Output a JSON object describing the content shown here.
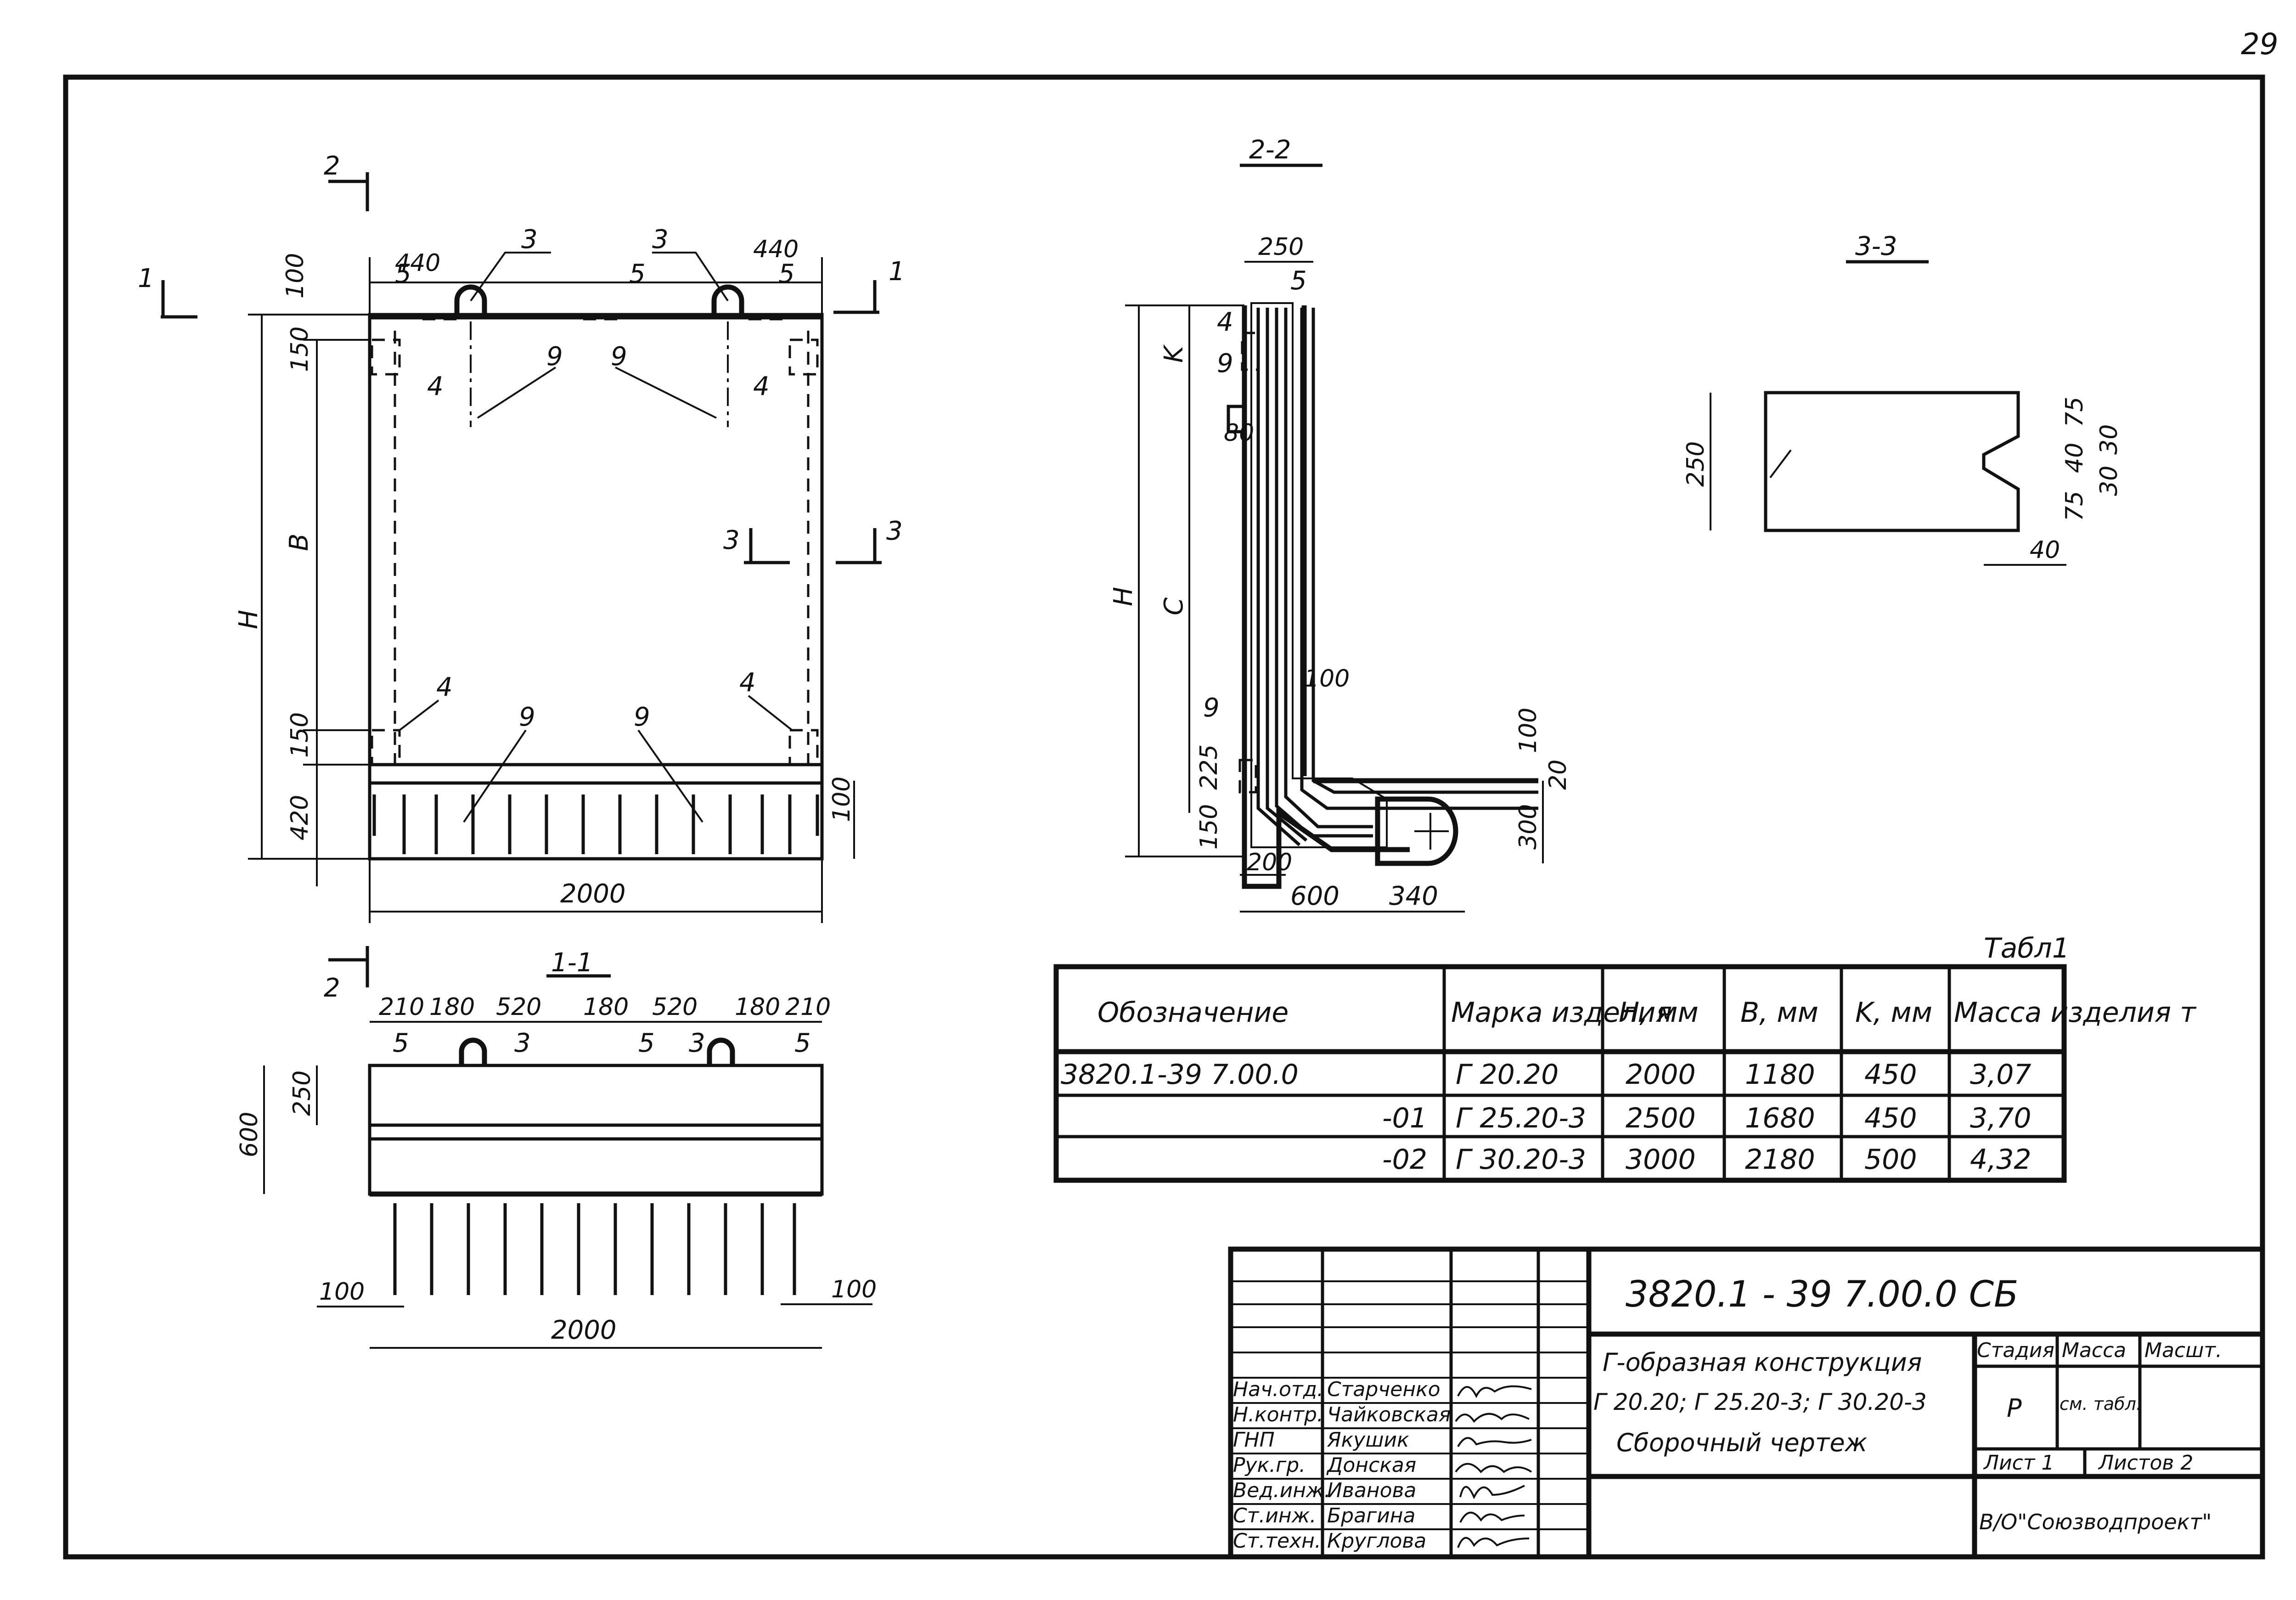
{
  "sheet": {
    "page_number": "29"
  },
  "sections": {
    "s22": "2-2",
    "s33": "3-3",
    "s11": "1-1"
  },
  "main_view": {
    "cut_2": "2",
    "cut_1": "1",
    "cut_3": "3",
    "dims": {
      "d440a": "440",
      "d440b": "440",
      "d100": "100",
      "d150a": "150",
      "d150b": "150",
      "d420": "420",
      "d100r": "100",
      "d2000": "2000",
      "H": "H",
      "B": "B"
    },
    "callouts": {
      "c3": "3",
      "c5": "5",
      "c4": "4",
      "c9": "9"
    }
  },
  "section_22": {
    "dims": {
      "d250": "250",
      "d80": "80",
      "d100": "100",
      "d100v": "100",
      "d20": "20",
      "d300": "300",
      "d225": "225",
      "d150": "150",
      "d200": "200",
      "d600": "600",
      "d340": "340",
      "H": "H",
      "C": "C",
      "K": "K"
    },
    "callouts": {
      "c5": "5",
      "c4": "4",
      "c9": "9"
    }
  },
  "section_33": {
    "dims": {
      "d250": "250",
      "d75a": "75",
      "d40": "40",
      "d75b": "75",
      "d30a": "30",
      "d30b": "30",
      "d40b": "40"
    }
  },
  "section_11": {
    "dims": {
      "top": [
        "210",
        "180",
        "520",
        "180",
        "520",
        "180",
        "210"
      ],
      "d250": "250",
      "d600": "600",
      "d100a": "100",
      "d100b": "100",
      "d2000": "2000"
    },
    "callouts": {
      "c5": "5",
      "c3": "3"
    }
  },
  "table": {
    "caption": "Табл1",
    "headers": [
      "Обозначение",
      "Марка изделия",
      "H, мм",
      "B, мм",
      "K, мм",
      "Масса изделия т"
    ],
    "rows": [
      [
        "3820.1-39  7.00.0",
        "Г 20.20",
        "2000",
        "1180",
        "450",
        "3,07"
      ],
      [
        "-01",
        "Г 25.20-3",
        "2500",
        "1680",
        "450",
        "3,70"
      ],
      [
        "-02",
        "Г 30.20-3",
        "3000",
        "2180",
        "500",
        "4,32"
      ]
    ]
  },
  "title_block": {
    "code": "3820.1 - 39    7.00.0 СБ",
    "title_lines": [
      "Г-образная конструкция",
      "Г 20.20; Г 25.20-3; Г 30.20-3",
      "Сборочный чертеж"
    ],
    "stage_label": "Стадия",
    "mass_label": "Масса",
    "scale_label": "Масшт.",
    "stage_value": "Р",
    "mass_value": "см. табл.",
    "sheet_label": "Лист 1",
    "sheets_label": "Листов 2",
    "org": "В/О\"Союзводпроект\"",
    "roles": [
      "Нач.отд.",
      "Н.контр.",
      "ГНП",
      "Рук.гр.",
      "Вед.инж.",
      "Ст.инж.",
      "Ст.техн."
    ],
    "names": [
      "Старченко",
      "Чайковская",
      "Якушик",
      "Донская",
      "Иванова",
      "Брагина",
      "Круглова"
    ]
  }
}
